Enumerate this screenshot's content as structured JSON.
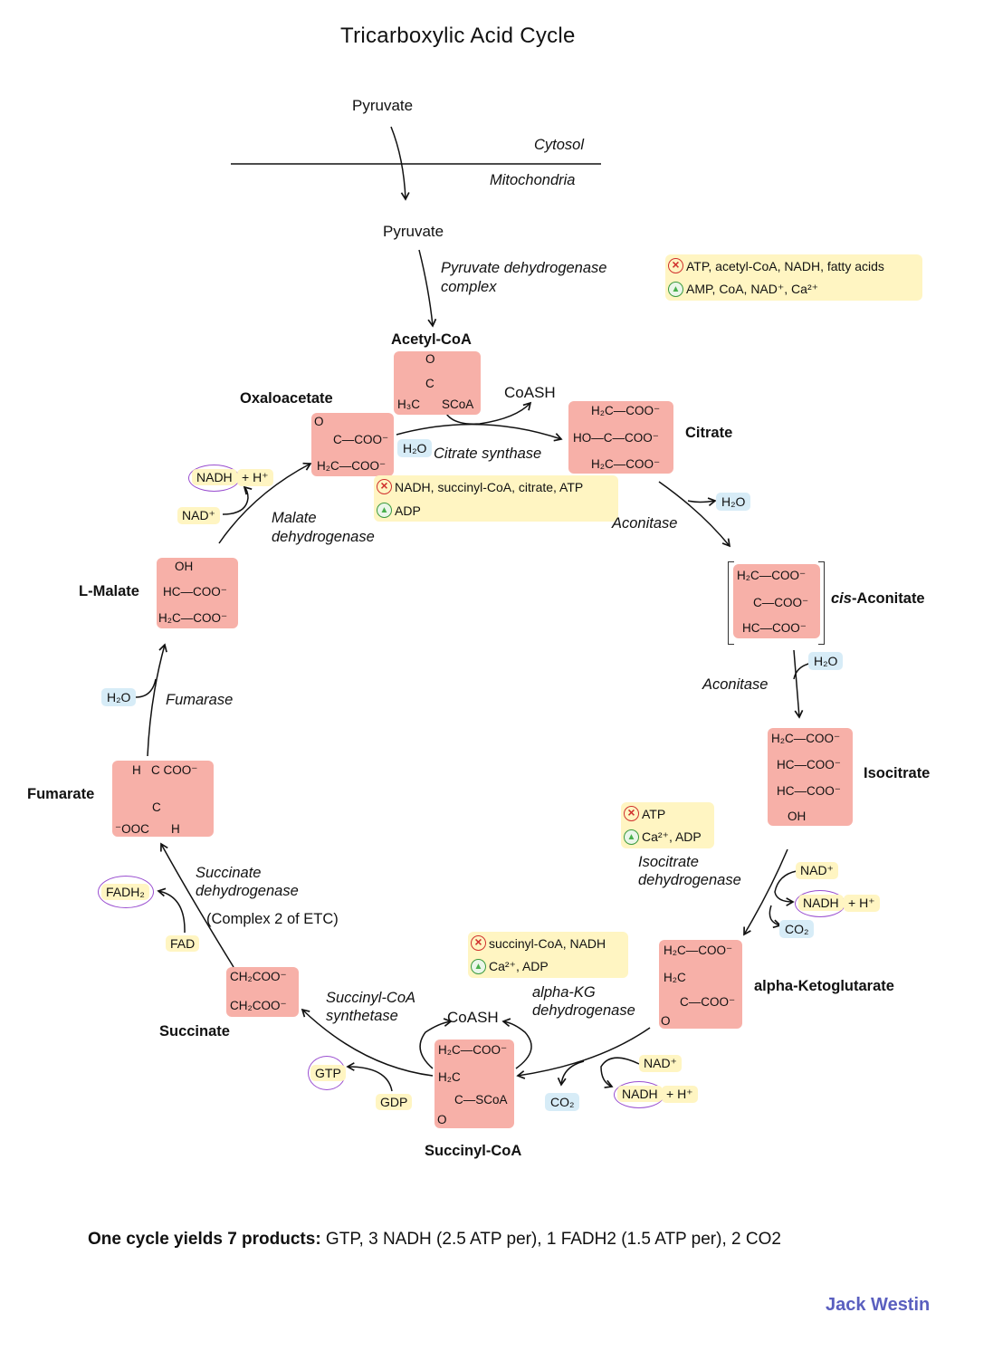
{
  "title": "Tricarboxylic Acid Cycle",
  "location": {
    "cytosol": "Cytosol",
    "mitochondria": "Mitochondria"
  },
  "pyruvate_cytosol": "Pyruvate",
  "pyruvate_mito": "Pyruvate",
  "pdh": {
    "enzyme_line1": "Pyruvate dehydrogenase",
    "enzyme_line2": "complex",
    "inhibitors": "ATP, acetyl-CoA, NADH, fatty acids",
    "activators": "AMP, CoA, NAD⁺, Ca²⁺"
  },
  "acetyl_coa": {
    "name": "Acetyl-CoA",
    "o": "O",
    "c": "C",
    "h3c": "H₃C",
    "scoa": "SCoA",
    "coash": "CoASH"
  },
  "oxaloacetate": {
    "name": "Oxaloacetate",
    "o": "O",
    "c_coo": "C—COO⁻",
    "h2c_coo": "H₂C—COO⁻"
  },
  "citrate_synthase": {
    "enzyme": "Citrate synthase",
    "h2o": "H₂O",
    "inhibitors": "NADH, succinyl-CoA, citrate, ATP",
    "activators": "ADP"
  },
  "citrate": {
    "name": "Citrate",
    "l1": "H₂C—COO⁻",
    "l2": "HO—C—COO⁻",
    "l3": "H₂C—COO⁻"
  },
  "aconitase1": {
    "enzyme": "Aconitase",
    "h2o": "H₂O"
  },
  "cis_aconitate": {
    "name_italic": "cis",
    "name_rest": "-Aconitate",
    "l1": "H₂C—COO⁻",
    "l2": "C—COO⁻",
    "l3": "HC—COO⁻"
  },
  "aconitase2": {
    "enzyme": "Aconitase",
    "h2o": "H₂O"
  },
  "isocitrate": {
    "name": "Isocitrate",
    "l1": "H₂C—COO⁻",
    "l2": "HC—COO⁻",
    "l3": "HC—COO⁻",
    "l4": "OH"
  },
  "idh": {
    "enzyme_line1": "Isocitrate",
    "enzyme_line2": "dehydrogenase",
    "inhibitors": "ATP",
    "activators": "Ca²⁺, ADP",
    "nad": "NAD⁺",
    "nadh": "NADH",
    "h": "+ H⁺",
    "co2": "CO₂"
  },
  "akg": {
    "name": "alpha-Ketoglutarate",
    "l1": "H₂C—COO⁻",
    "l2": "H₂C",
    "l3": "C—COO⁻",
    "o": "O"
  },
  "akgdh": {
    "enzyme_line1": "alpha-KG",
    "enzyme_line2": "dehydrogenase",
    "inhibitors": "succinyl-CoA, NADH",
    "activators": "Ca²⁺, ADP",
    "nad": "NAD⁺",
    "nadh": "NADH",
    "h": "+ H⁺",
    "co2": "CO₂"
  },
  "succinyl_coa": {
    "name": "Succinyl-CoA",
    "l1": "H₂C—COO⁻",
    "l2": "H₂C",
    "l3": "C—SCoA",
    "o": "O",
    "coash": "CoASH"
  },
  "scs": {
    "enzyme_line1": "Succinyl-CoA",
    "enzyme_line2": "synthetase",
    "gtp": "GTP",
    "gdp": "GDP"
  },
  "succinate": {
    "name": "Succinate",
    "l1": "CH₂COO⁻",
    "l2": "CH₂COO⁻"
  },
  "sdh": {
    "enzyme_line1": "Succinate",
    "enzyme_line2": "dehydrogenase",
    "note": "(Complex 2 of ETC)",
    "fad": "FAD",
    "fadh2": "FADH₂"
  },
  "fumarate": {
    "name": "Fumarate",
    "h_top": "H",
    "c_coo": "C  COO⁻",
    "c_bottom": "C",
    "ooc": "⁻OOC",
    "h_bottom": "H"
  },
  "fumarase": {
    "enzyme": "Fumarase",
    "h2o": "H₂O"
  },
  "l_malate": {
    "name": "L-Malate",
    "l1": "OH",
    "l2": "HC—COO⁻",
    "l3": "H₂C—COO⁻"
  },
  "mdh": {
    "enzyme_line1": "Malate",
    "enzyme_line2": "dehydrogenase",
    "nad": "NAD⁺",
    "nadh": "NADH",
    "h": "+ H⁺"
  },
  "summary": {
    "bold": "One cycle yields 7 products:",
    "rest": " GTP, 3 NADH (2.5 ATP per), 1 FADH2 (1.5 ATP per), 2 CO2"
  },
  "brand": "Jack Westin",
  "colors": {
    "molecule_box": "#f7b0a8",
    "regulator_box": "#fff5c2",
    "water_box": "#d7ecf7",
    "carrier_circle": "#9a4fd0",
    "inhibitor": "#d0312d",
    "activator": "#49b04d",
    "brand": "#5a5fbf"
  }
}
